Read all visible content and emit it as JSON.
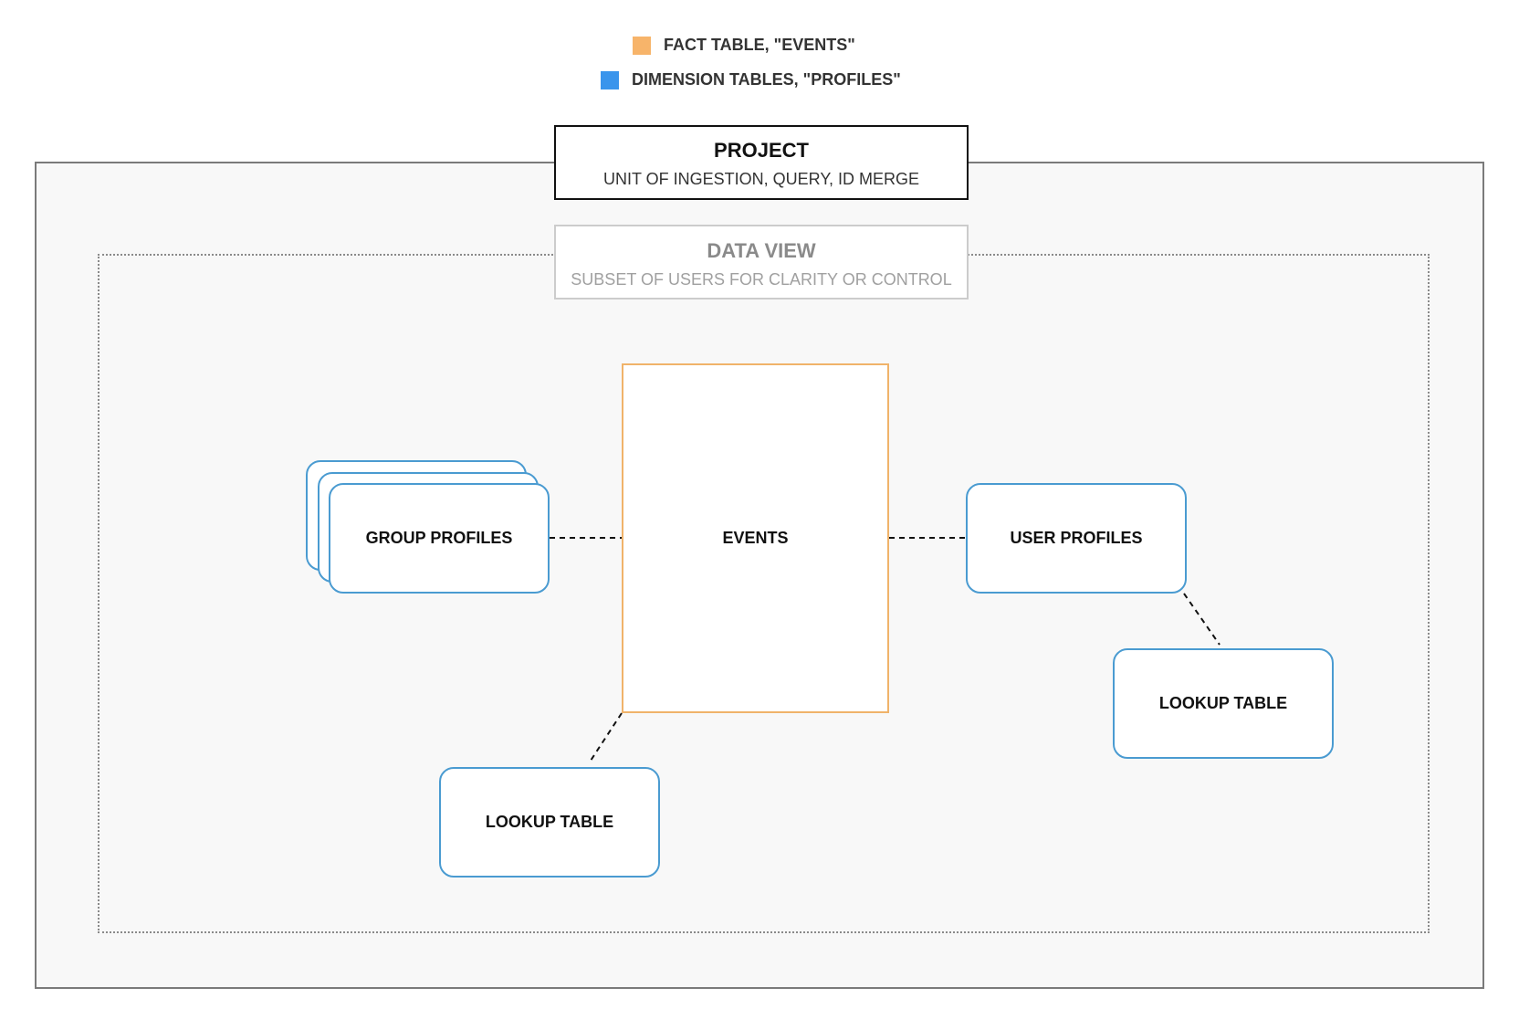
{
  "legend": {
    "items": [
      {
        "label": "FACT TABLE, \"EVENTS\"",
        "color": "#f7b46a"
      },
      {
        "label": "DIMENSION TABLES, \"PROFILES\"",
        "color": "#3a95ec"
      }
    ]
  },
  "project": {
    "title": "PROJECT",
    "subtitle": "UNIT OF INGESTION, QUERY, ID MERGE",
    "border_color": "#111111"
  },
  "data_view": {
    "title": "DATA VIEW",
    "subtitle": "SUBSET OF USERS FOR CLARITY OR CONTROL"
  },
  "fact_table": {
    "label": "EVENTS",
    "border_color": "#f0b36a"
  },
  "dimension_tables": {
    "border_color": "#4a9bd1",
    "group_profiles": "GROUP PROFILES",
    "user_profiles": "USER PROFILES",
    "lookup_table_right": "LOOKUP TABLE",
    "lookup_table_left": "LOOKUP TABLE"
  },
  "connectors": [
    {
      "from": "group_profiles",
      "to": "events",
      "style": "dashed"
    },
    {
      "from": "events",
      "to": "user_profiles",
      "style": "dashed"
    },
    {
      "from": "user_profiles",
      "to": "lookup_table_right",
      "style": "dashed"
    },
    {
      "from": "events",
      "to": "lookup_table_left",
      "style": "dashed"
    }
  ]
}
